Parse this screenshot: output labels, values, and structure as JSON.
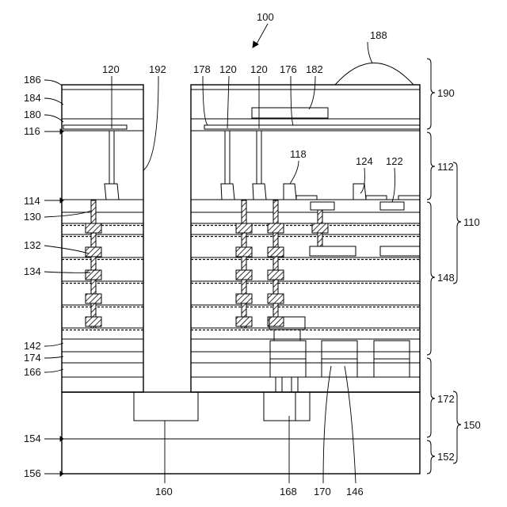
{
  "figure": {
    "main_label": "100",
    "refs": {
      "r186": "186",
      "r184": "184",
      "r180": "180",
      "r116": "116",
      "r114": "114",
      "r130": "130",
      "r132": "132",
      "r134": "134",
      "r142": "142",
      "r174": "174",
      "r166": "166",
      "r154": "154",
      "r156": "156",
      "r120a": "120",
      "r192": "192",
      "r178": "178",
      "r120b": "120",
      "r120c": "120",
      "r176": "176",
      "r182": "182",
      "r188": "188",
      "r118": "118",
      "r124": "124",
      "r122": "122",
      "r190": "190",
      "r112": "112",
      "r110": "110",
      "r148": "148",
      "r172": "172",
      "r150": "150",
      "r152": "152",
      "r160": "160",
      "r168": "168",
      "r170": "170",
      "r146": "146"
    }
  },
  "colors": {
    "line": "#000000",
    "dark_fill": "#444444",
    "dot_fill": "#e8e8e8",
    "hatch_fill": "#9a9a9a"
  }
}
